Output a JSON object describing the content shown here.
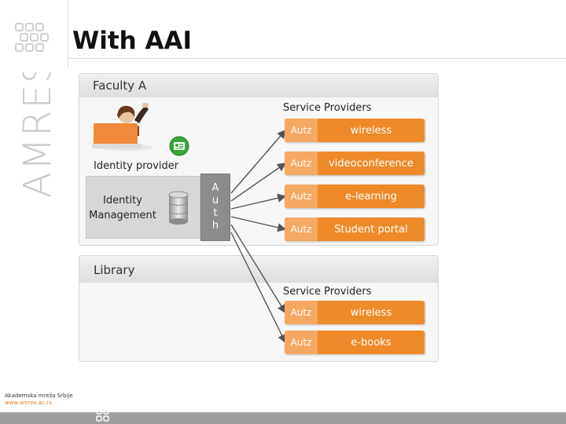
{
  "brand": {
    "wordmark": "AMRES"
  },
  "slide": {
    "title": "With AAI"
  },
  "panel_faculty": {
    "label": "Faculty  A",
    "sp_header": "Service Providers",
    "providers": [
      {
        "auth": "Autz",
        "service": "wireless"
      },
      {
        "auth": "Autz",
        "service": "videoconference"
      },
      {
        "auth": "Autz",
        "service": "e-learning"
      },
      {
        "auth": "Autz",
        "service": "Student portal"
      }
    ]
  },
  "identity": {
    "provider_label": "Identity provider",
    "management_line1": "Identity",
    "management_line2": "Management",
    "auth_letters": [
      "A",
      "u",
      "t",
      "h"
    ]
  },
  "panel_library": {
    "label": "Library",
    "sp_header": "Service Providers",
    "providers": [
      {
        "auth": "Autz",
        "service": "wireless"
      },
      {
        "auth": "Autz",
        "service": "e-books"
      }
    ]
  },
  "footer": {
    "org": "Akademska mreža Srbije",
    "url": "www.amres.ac.rs"
  },
  "colors": {
    "accent": "#ee8a2a",
    "accent_light": "#f4a862",
    "arrow": "#555555"
  }
}
